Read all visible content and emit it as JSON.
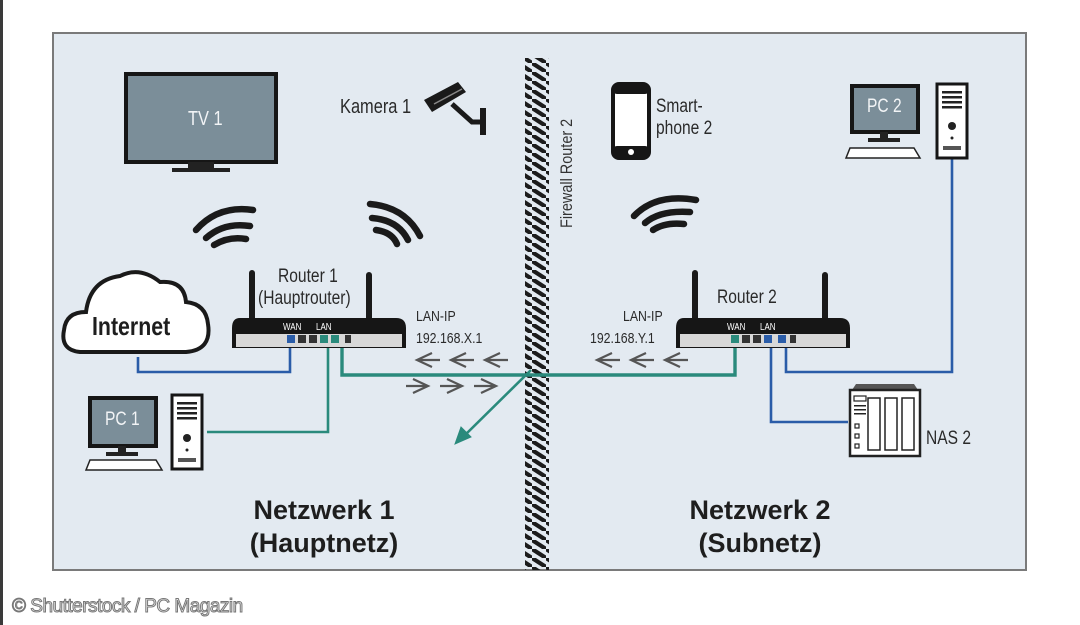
{
  "diagram": {
    "title": "Network diagram: main network and subnet separated by router firewall",
    "colors": {
      "panel_background": "#e3eaf1",
      "lan_green": "#2a8a7c",
      "lan_blue": "#2a5ca8",
      "device_dark": "#1a1a1a",
      "screen_gray": "#7b8e99"
    },
    "firewall": {
      "label": "Firewall Router 2"
    },
    "network1": {
      "title": "Netzwerk 1",
      "subtitle": "(Hauptnetz)",
      "tv": {
        "label": "TV 1",
        "icon": "tv-icon"
      },
      "camera": {
        "label": "Kamera 1",
        "icon": "security-camera-icon"
      },
      "internet": {
        "label": "Internet",
        "icon": "cloud-icon"
      },
      "router": {
        "name": "Router 1",
        "subtitle": "(Hauptrouter)",
        "wan_label": "WAN",
        "lan_label": "LAN",
        "icon": "router-icon"
      },
      "lan_ip": {
        "label": "LAN-IP",
        "value": "192.168.X.1"
      },
      "pc": {
        "label": "PC 1",
        "icon": "desktop-pc-icon"
      }
    },
    "network2": {
      "title": "Netzwerk 2",
      "subtitle": "(Subnetz)",
      "smartphone": {
        "label_line1": "Smart-",
        "label_line2": "phone 2",
        "icon": "smartphone-icon"
      },
      "pc": {
        "label": "PC 2",
        "icon": "desktop-pc-icon"
      },
      "router": {
        "name": "Router 2",
        "wan_label": "WAN",
        "lan_label": "LAN",
        "icon": "router-icon"
      },
      "lan_ip": {
        "label": "LAN-IP",
        "value": "192.168.Y.1"
      },
      "nas": {
        "label": "NAS 2",
        "icon": "nas-icon"
      }
    },
    "connections": [
      {
        "from": "Internet",
        "to": "Router 1 WAN",
        "color": "blue"
      },
      {
        "from": "Router 1 LAN",
        "to": "PC 1",
        "color": "green"
      },
      {
        "from": "Router 1 LAN",
        "to": "Router 2 WAN",
        "color": "green",
        "through": "Firewall Router 2"
      },
      {
        "from": "Router 2 LAN",
        "to": "PC 2",
        "color": "blue"
      },
      {
        "from": "Router 2 LAN",
        "to": "NAS 2",
        "color": "blue"
      }
    ],
    "traffic_arrows": {
      "left_direction": "<",
      "right_direction": ">",
      "blocked_deflection": "arrow deflected at firewall back into Netzwerk 1"
    }
  },
  "credit": "© Shutterstock / PC Magazin"
}
